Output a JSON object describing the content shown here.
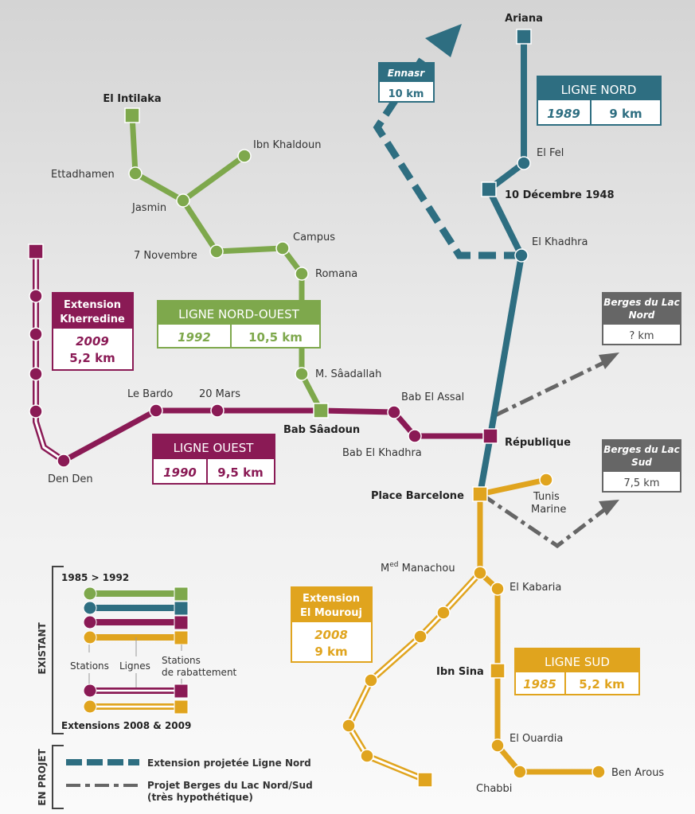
{
  "colors": {
    "nord_ouest": "#7ea84c",
    "nord": "#2e6e81",
    "ouest": "#8a1a55",
    "sud": "#e0a41e",
    "projet": "#666666"
  },
  "stations": {
    "el_intilaka": "El Intilaka",
    "ibn_khaldoun": "Ibn Khaldoun",
    "ettadhamen": "Ettadhamen",
    "jasmin": "Jasmin",
    "campus": "Campus",
    "sept_novembre": "7 Novembre",
    "romana": "Romana",
    "m_saadallah": "M. Sâadallah",
    "bab_saadoun": "Bab Sâadoun",
    "le_bardo": "Le Bardo",
    "vingt_mars": "20 Mars",
    "den_den": "Den Den",
    "bab_el_assal": "Bab El Assal",
    "bab_el_khadhra": "Bab El Khadhra",
    "republique": "République",
    "ariana": "Ariana",
    "el_fel": "El Fel",
    "dix_decembre": "10 Décembre 1948",
    "el_khadhra": "El Khadhra",
    "place_barcelone": "Place Barcelone",
    "tunis_marine_1": "Tunis",
    "tunis_marine_2": "Marine",
    "manachou_pre": "M",
    "manachou_sup": "ed",
    "manachou": " Manachou",
    "el_kabaria": "El Kabaria",
    "ibn_sina": "Ibn Sina",
    "el_ouardia": "El Ouardia",
    "chabbi": "Chabbi",
    "ben_arous": "Ben Arous"
  },
  "boxes": {
    "nord": {
      "title": "LIGNE NORD",
      "year": "1989",
      "length": "9 km"
    },
    "nord_ouest": {
      "title": "LIGNE NORD-OUEST",
      "year": "1992",
      "length": "10,5 km"
    },
    "ouest": {
      "title": "LIGNE OUEST",
      "year": "1990",
      "length": "9,5 km"
    },
    "sud": {
      "title": "LIGNE SUD",
      "year": "1985",
      "length": "5,2 km"
    },
    "kherredine": {
      "title1": "Extension",
      "title2": "Kherredine",
      "year": "2009",
      "length": "5,2 km"
    },
    "mourouj": {
      "title1": "Extension",
      "title2": "El Mourouj",
      "year": "2008",
      "length": "9 km"
    },
    "ennasr": {
      "title": "Ennasr",
      "length": "10 km"
    },
    "berges_nord": {
      "title1": "Berges du Lac",
      "title2": "Nord",
      "length": "? km"
    },
    "berges_sud": {
      "title1": "Berges du Lac",
      "title2": "Sud",
      "length": "7,5 km"
    }
  },
  "legend": {
    "existant": "EXISTANT",
    "period": "1985 > 1992",
    "stations": "Stations",
    "lignes": "Lignes",
    "rabattement1": "Stations",
    "rabattement2": "de rabattement",
    "extensions": "Extensions 2008 & 2009",
    "en_projet": "EN PROJET",
    "ext_nord": "Extension projetée Ligne Nord",
    "berges1": "Projet Berges du Lac Nord/Sud",
    "berges2": "(très hypothétique)"
  }
}
